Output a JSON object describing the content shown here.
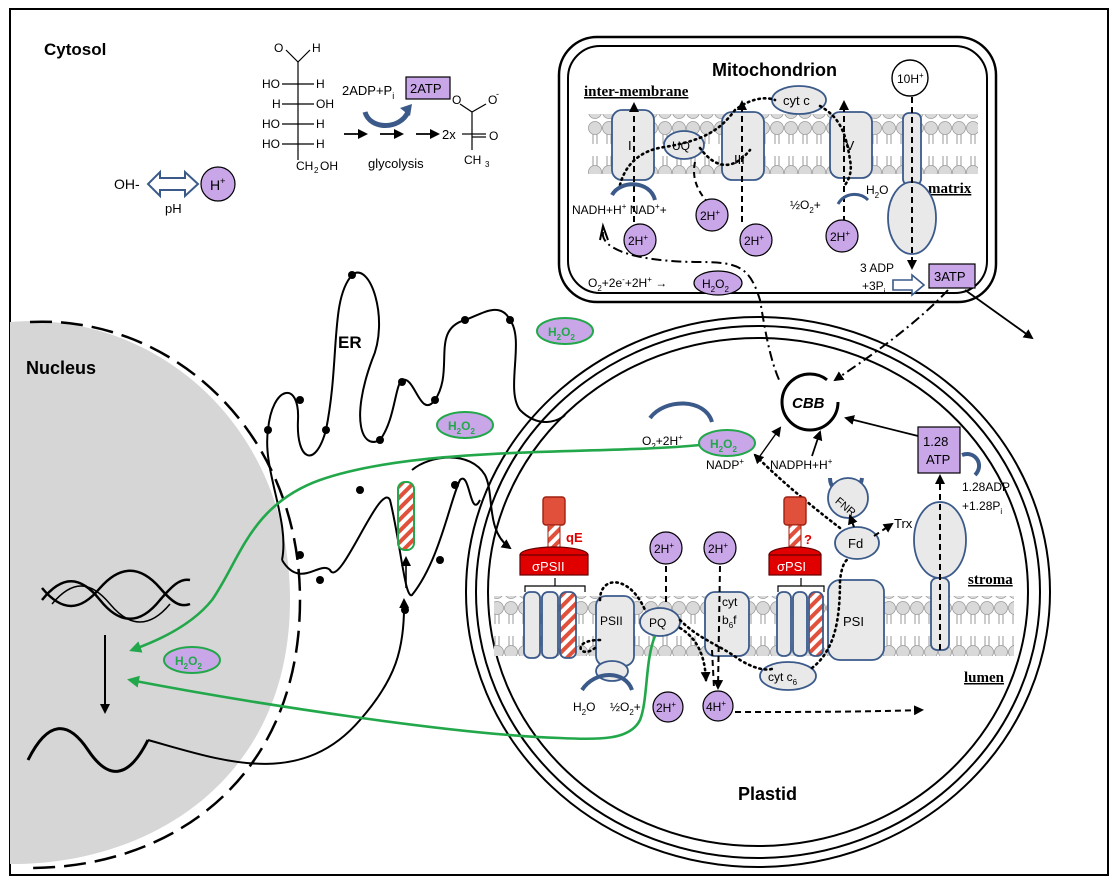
{
  "compartments": {
    "cytosol": "Cytosol",
    "mitochondrion": "Mitochondrion",
    "inter_membrane": "inter-membrane",
    "matrix": "matrix",
    "nucleus": "Nucleus",
    "er": "ER",
    "plastid": "Plastid",
    "stroma": "stroma",
    "lumen": "lumen"
  },
  "glycolysis": {
    "label": "glycolysis",
    "adp_label": "2ADP+P",
    "adp_sub": "i",
    "atp_label": "2ATP",
    "product_coef": "2x",
    "glucose_groups": [
      "HO",
      "H",
      "H",
      "OH",
      "HO",
      "H",
      "HO",
      "H",
      "CH",
      "2",
      "OH",
      "H",
      "O"
    ],
    "pyruvate_groups": [
      "O",
      "-",
      "O",
      "CH",
      "3"
    ]
  },
  "ph": {
    "oh": "OH-",
    "h": "H",
    "h_sup": "+",
    "label": "pH"
  },
  "mito": {
    "complex_I": "I",
    "complex_III": "III",
    "complex_IV": "IV",
    "uq": "UQ",
    "cyt_c": "cyt c",
    "ten_h": "10H",
    "nadh": "NADH+H",
    "nad": "NAD",
    "two_h": "2H",
    "half_o2": "½O",
    "h2o": "H",
    "o2_reaction": "O",
    "o2_reaction_rest": "+2e",
    "o2_reaction_tail": "+2H",
    "h2o2": "H",
    "adp_line1": "3 ADP",
    "adp_line2": "+3P",
    "adp_sub": "i",
    "atp": "3ATP"
  },
  "plastid": {
    "cbb": "CBB",
    "atp_line1": "1.28",
    "atp_line2": "ATP",
    "adp_line1": "1.28ADP",
    "adp_line2": "+1.28P",
    "adp_sub": "i",
    "nadp": "NADP",
    "nadph": "NADPH+H",
    "fnr": "FNR",
    "fd": "Fd",
    "trx": "Trx",
    "o2_h": "O",
    "o2_h_rest": "+2H",
    "qe": "qE",
    "sigma_psii": "σPSII",
    "sigma_psi": "σPSI",
    "question": "?",
    "psii": "PSII",
    "psi": "PSI",
    "pq": "PQ",
    "cyt_b6f_1": "cyt",
    "cyt_b6f_2": "b",
    "cyt_b6f_sub": "6",
    "cyt_b6f_3": "f",
    "cyt_c6": "cyt c",
    "cyt_c6_sub": "6",
    "two_h": "2H",
    "four_h": "4H",
    "h2o": "H",
    "half_o2": "½O",
    "plus": "+"
  },
  "h2o2_label": {
    "h": "H",
    "o": "O",
    "sub": "2"
  }
}
